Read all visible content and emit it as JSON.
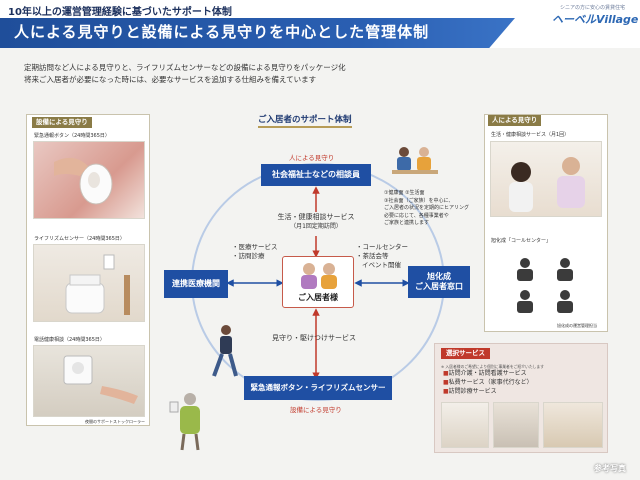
{
  "header": {
    "supertitle": "10年以上の運営管理経験に基づいたサポート体制",
    "title": "人による見守りと設備による見守りを中心とした管理体制",
    "logo_sub": "シニアの方に安心の賃貸住宅",
    "logo": "ヘーベルVillage"
  },
  "intro": {
    "line1": "定期訪問など人による見守りと、ライフリズムセンサーなどの設備による見守りをパッケージ化",
    "line2": "将来ご入居者が必要になった時には、必要なサービスを追加する仕組みを備えています"
  },
  "left_panel": {
    "title": "設備による見守り",
    "cap1": "緊急通報ボタン（24時間365日）",
    "cap2": "ライフリズムセンサー（24時間365日）",
    "cap3": "電話健康相談（24時間365日）",
    "cap3_note": "夜間のサポートストックローラー"
  },
  "right_panel": {
    "title": "人による見守り",
    "cap1": "生活・健康相談サービス（月1回）",
    "cap2": "旭化成「コールセンター」",
    "cap3": "旭化成の運営管理担当"
  },
  "diagram": {
    "title": "ご入居者のサポート体制",
    "people_label": "人による見守り",
    "consult_box": "社会福祉士などの相談員",
    "consult_notes": [
      "①健康面 ②生活面",
      "③社会面（ご家族）を中心に、",
      "ご入居者の状況を定期的にヒアリング",
      "必要に応じて、各種事業者や",
      "ご家族と連携します"
    ],
    "monthly_1": "生活・健康相談サービス",
    "monthly_2": "（月1回定期訪問）",
    "medical_1": "・医療サービス",
    "medical_2": "・訪問診療",
    "call_1": "・コールセンター",
    "call_2": "・茶話会等",
    "call_3": "イベント開催",
    "left_box": "連携医療機関",
    "right_box_1": "旭化成",
    "right_box_2": "ご入居者窓口",
    "resident": "ご入居者様",
    "rush": "見守り・駆けつけサービス",
    "bottom_box": "緊急通報ボタン・ライフリズムセンサー",
    "equip_label": "設備による見守り"
  },
  "select_service": {
    "title": "選択サービス",
    "note": "※ 入居者様のご希望により個別に事業者をご紹介いたします",
    "items": [
      "訪問介護・訪問看護サービス",
      "私費サービス（家事代行など）",
      "訪問診療サービス"
    ]
  },
  "watermark": "参考写真",
  "colors": {
    "brand_blue": "#1f4fa3",
    "accent_red": "#c23a2c",
    "gold": "#8a7b46"
  }
}
